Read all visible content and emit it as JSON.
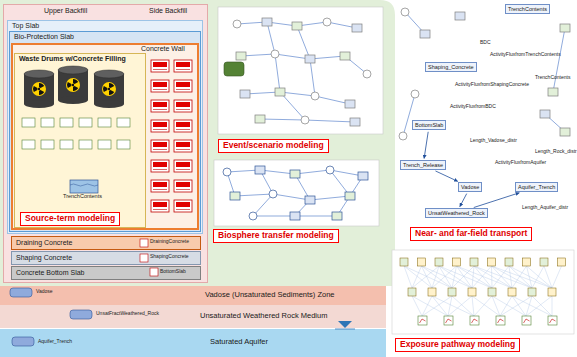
{
  "diagram": {
    "nodes": [
      {
        "text": [
          "Upper Backfill",
          "Side Backfill"
        ]
      },
      {
        "text": [
          "Top Slab"
        ],
        "in": 0
      },
      {
        "text": [
          "Bio-Protection Slab"
        ],
        "in": 1
      },
      {
        "text": [
          "Concrete Wall"
        ],
        "in": 2
      },
      {
        "text": [
          "Waste Drums w/Concrete Filling"
        ],
        "in": 3
      },
      {
        "text": [
          "Source-term modeling"
        ],
        "in": 4
      },
      {
        "text": [
          "TrenchContents"
        ],
        "in": 4
      },
      {
        "text": [
          "Draining Concrete"
        ],
        "in": 0
      },
      {
        "text": [
          "Shaping Concrete"
        ],
        "in": 0
      },
      {
        "text": [
          "Concrete Bottom Slab"
        ],
        "in": 0
      },
      {
        "text": [
          "Vadose (Unsaturated Sediments) Zone"
        ]
      },
      {
        "text": [
          "Unsaturated Weathered Rock Medium"
        ]
      },
      {
        "text": [
          "Saturated Aquifer"
        ]
      },
      {
        "text": [
          "Event/scenario modeling"
        ]
      },
      {
        "text": [
          "Biosphere transfer modeling"
        ]
      },
      {
        "text": [
          "Near- and far-field transport"
        ]
      },
      {
        "text": [
          "Exposure pathway modeling"
        ]
      },
      {
        "text": [
          "TrenchContents"
        ]
      },
      {
        "text": [
          "Shaping_Concrete"
        ]
      },
      {
        "text": [
          "BottomSlab"
        ]
      },
      {
        "text": [
          "Trench_Release"
        ]
      },
      {
        "text": [
          "Vadose"
        ]
      },
      {
        "text": [
          "UnsatWeathered_Rock"
        ]
      },
      {
        "text": [
          "Aquifer_Trench"
        ]
      }
    ],
    "edges": [
      {
        "from": 19,
        "to": 20,
        "arrow": "to"
      },
      {
        "from": 20,
        "to": 21,
        "arrow": "to"
      },
      {
        "from": 21,
        "to": 22,
        "arrow": "to"
      },
      {
        "from": 22,
        "to": 23,
        "arrow": "to"
      }
    ],
    "labels": [
      "DrainingConcrete",
      "ShapingConcrete",
      "BottomSlab",
      "Vadose",
      "UnsatFractWeathered_Rock",
      "Aquifer_Trench",
      "BDC",
      "ActivityFluxfromTrenchContents",
      "TrenchContents",
      "ActivityFluxfromShapingConcrete",
      "ActivityFluxfromBDC",
      "Length_Vadose_distr",
      "ActivityFluxfromAquifer",
      "Length_Rock_distr",
      "Length_Aquifer_distr"
    ]
  }
}
